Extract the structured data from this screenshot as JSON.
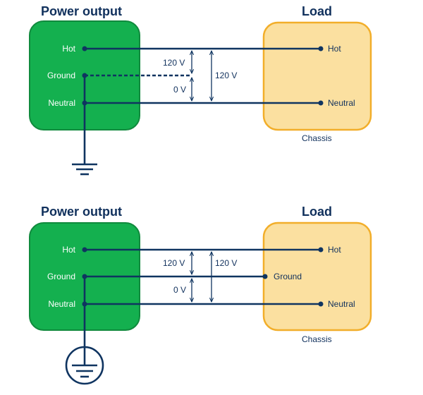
{
  "diagrams": [
    {
      "source": {
        "title": "Power output",
        "hot": "Hot",
        "ground": "Ground",
        "neutral": "Neutral"
      },
      "load": {
        "title": "Load",
        "hot": "Hot",
        "neutral": "Neutral",
        "chassis": "Chassis"
      },
      "voltages": {
        "hot_ground": "120 V",
        "ground_neutral": "0 V",
        "hot_neutral": "120 V"
      }
    },
    {
      "source": {
        "title": "Power output",
        "hot": "Hot",
        "ground": "Ground",
        "neutral": "Neutral"
      },
      "load": {
        "title": "Load",
        "hot": "Hot",
        "ground": "Ground",
        "neutral": "Neutral",
        "chassis": "Chassis"
      },
      "voltages": {
        "hot_ground": "120 V",
        "ground_neutral": "0 V",
        "hot_neutral": "120 V"
      }
    }
  ],
  "colors": {
    "source_fill": "#14b04f",
    "source_stroke": "#108a3d",
    "load_fill": "#fbe0a0",
    "load_stroke": "#f2ae2a",
    "wire": "#0f3460"
  }
}
